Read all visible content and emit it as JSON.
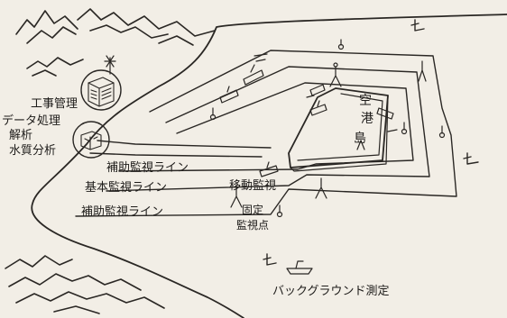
{
  "labels": {
    "construction_management": "工事管理",
    "data_processing": "データ処理",
    "analysis": "解析",
    "water_quality_analysis": "水質分析",
    "auxiliary_monitoring_line_upper": "補助監視ライン",
    "basic_monitoring_line": "基本監視ライン",
    "auxiliary_monitoring_line_lower": "補助監視ライン",
    "mobile_monitoring": "移動監視",
    "fixed": "固定",
    "monitoring_point": "監視点",
    "island_char_1": "空",
    "island_char_2": "港",
    "island_char_3": "島",
    "background_measurement": "バックグラウンド測定"
  },
  "icon_names": [
    "mountain-icon",
    "antenna-icon",
    "office-building-icon",
    "survey-boat-icon",
    "monitoring-buoy-icon",
    "wave-symbol-icon",
    "sea-bird-icon"
  ]
}
